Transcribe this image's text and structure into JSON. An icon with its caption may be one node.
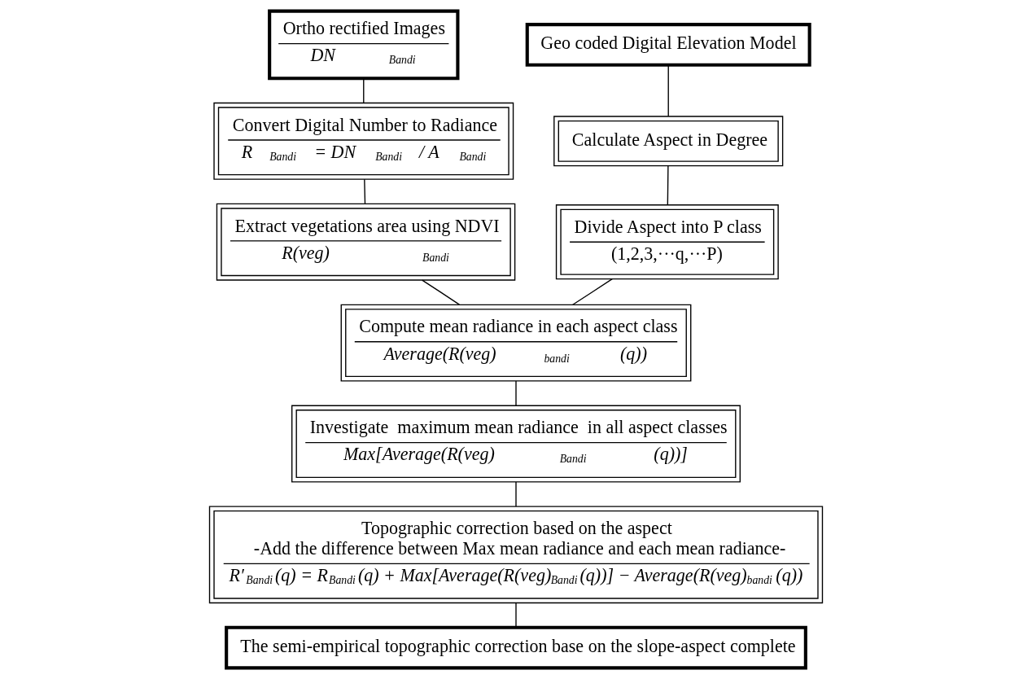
{
  "diagram": {
    "nodes": [
      {
        "text": [
          "Ortho rectified Images",
          "DN$_{Bandi}$"
        ]
      },
      {
        "text": [
          "Convert Digital Number to Radiance",
          "R$_{Bandi}$ = DN$_{Bandi}$ / A$_{Bandi}$"
        ]
      },
      {
        "text": [
          "Extract vegetations area using NDVI",
          "R(veg)$_{Bandi}$"
        ]
      },
      {
        "text": [
          "Geo coded Digital Elevation Model"
        ]
      },
      {
        "text": [
          "Calculate Aspect in Degree"
        ]
      },
      {
        "text": [
          "Divide Aspect into P class",
          "(1,2,3,···q,···P)"
        ]
      },
      {
        "text": [
          "Compute mean radiance in each aspect class",
          "Average(R(veg)$_{bandi}$(q))"
        ]
      },
      {
        "text": [
          "Investigate  maximum mean radiance  in all aspect classes",
          "Max[Average(R(veg)$_{Bandi}$(q))]"
        ]
      },
      {
        "text": [
          "Topographic correction based on the aspect",
          "-Add the difference between Max mean radiance and each mean radiance-",
          "R′$_{Bandi}$(q) = R$_{Bandi}$(q) + Max[Average(R(veg)$_{Bandi}$(q))] − Average(R(veg)$_{bandi}$(q))"
        ]
      },
      {
        "text": [
          "The semi-empirical topographic correction base on the slope-aspect complete"
        ]
      }
    ],
    "edges": [
      {
        "from": 0,
        "to": 1,
        "arrow": "none"
      },
      {
        "from": 1,
        "to": 2,
        "arrow": "none"
      },
      {
        "from": 3,
        "to": 4,
        "arrow": "none"
      },
      {
        "from": 4,
        "to": 5,
        "arrow": "none"
      },
      {
        "from": 2,
        "to": 6,
        "arrow": "none"
      },
      {
        "from": 5,
        "to": 6,
        "arrow": "none"
      },
      {
        "from": 6,
        "to": 7,
        "arrow": "none"
      },
      {
        "from": 7,
        "to": 8,
        "arrow": "none"
      },
      {
        "from": 8,
        "to": 9,
        "arrow": "none"
      }
    ]
  }
}
